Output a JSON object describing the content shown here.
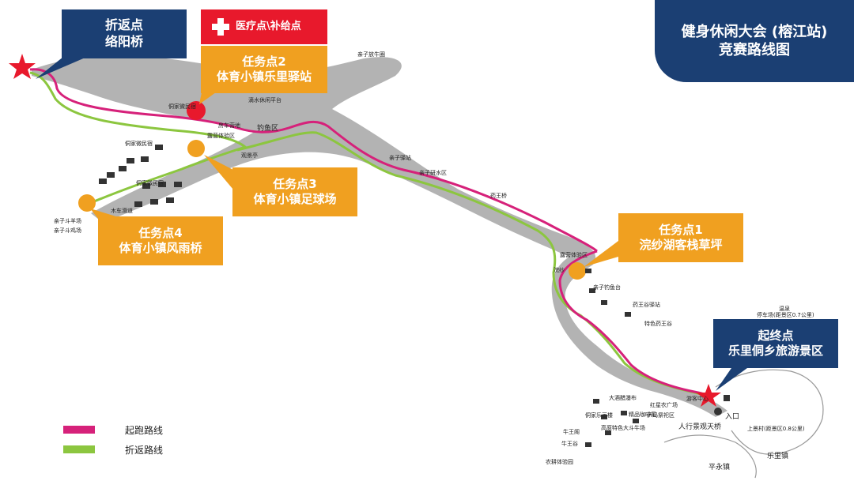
{
  "title": {
    "line1": "健身休闲大会 (榕江站)",
    "line2": "竞赛路线图"
  },
  "turnaround": {
    "line1": "折返点",
    "line2": "络阳桥"
  },
  "medical": {
    "label": "医疗点\\补给点"
  },
  "checkpoints": [
    {
      "line1": "任务点2",
      "line2": "体育小镇乐里驿站"
    },
    {
      "line1": "任务点3",
      "line2": "体育小镇足球场"
    },
    {
      "line1": "任务点4",
      "line2": "体育小镇风雨桥"
    },
    {
      "line1": "任务点1",
      "line2": "浣纱湖客栈草坪"
    }
  ],
  "start_finish": {
    "line1": "起终点",
    "line2": "乐里侗乡旅游景区"
  },
  "legend": {
    "run": "起跑路线",
    "return": "折返路线"
  },
  "colors": {
    "navy": "#1b3f73",
    "orange": "#f0a020",
    "red": "#e8192c",
    "run_route": "#d6217a",
    "return_route": "#8cc63f",
    "terrain": "#b3b3b3"
  },
  "places": [
    "亲子放牛圈",
    "滴水休闲平台",
    "侗家微民宿",
    "房车营地",
    "钓鱼区",
    "露营体验区",
    "观景亭",
    "侗家微民宿",
    "侗家微民宿",
    "亲子斗羊场",
    "亲子斗鸡场",
    "木车滑道",
    "亲子驿站",
    "亲子研水区",
    "药王桥",
    "露营体验区",
    "亲子钓鱼台",
    "药王谷驿站",
    "特色药王谷",
    "浣纱",
    "大酒醋瀑布",
    "侗家乐画楼",
    "精品咖啡屋",
    "牛王阁",
    "牛王谷",
    "高原特色大斗牛场",
    "农耕体验园",
    "红星农广场",
    "萨玛祭祀区",
    "游客中心",
    "人行景观天桥",
    "入口",
    "上景村(距景区0.8公里)",
    "平永镇",
    "乐里镇",
    "停车场(距景区0.7公里)",
    "温泉"
  ]
}
